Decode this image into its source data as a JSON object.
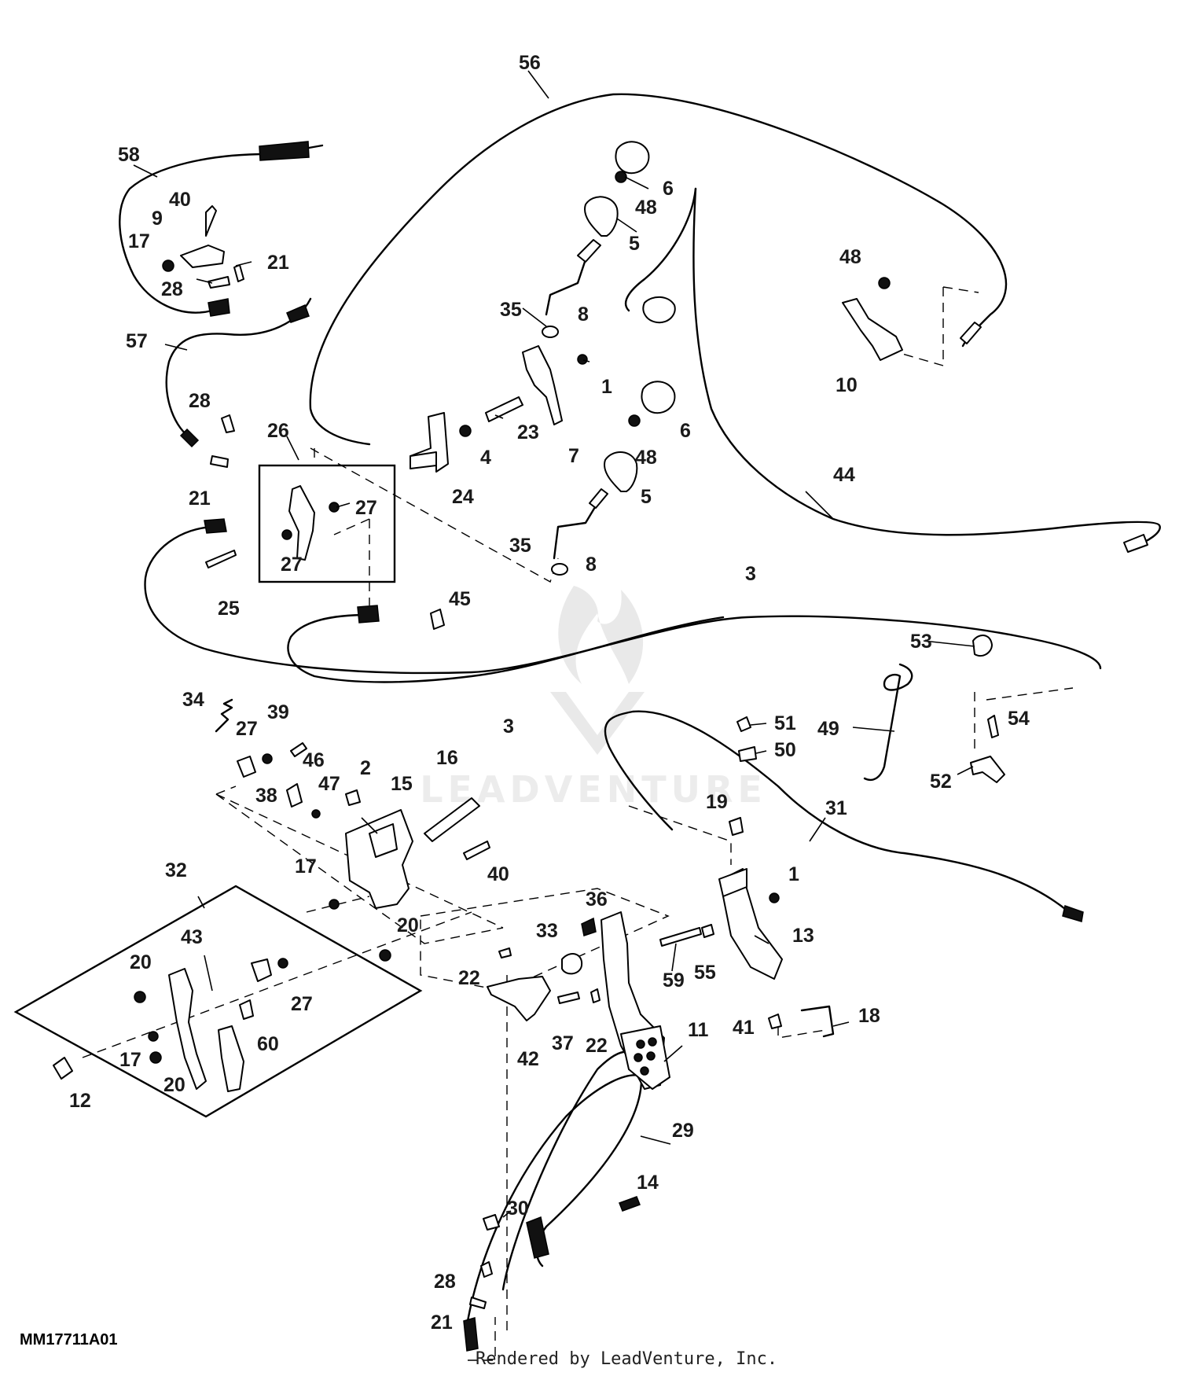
{
  "diagram": {
    "code": "MM17711A01",
    "credit": "Rendered by LeadVenture, Inc.",
    "watermark": "LEADVENTURE",
    "callouts": [
      {
        "id": "c56",
        "label": "56"
      },
      {
        "id": "c58",
        "label": "58"
      },
      {
        "id": "c40a",
        "label": "40"
      },
      {
        "id": "c9",
        "label": "9"
      },
      {
        "id": "c17a",
        "label": "17"
      },
      {
        "id": "c21a",
        "label": "21"
      },
      {
        "id": "c28a",
        "label": "28"
      },
      {
        "id": "c57",
        "label": "57"
      },
      {
        "id": "c28b",
        "label": "28"
      },
      {
        "id": "c21b",
        "label": "21"
      },
      {
        "id": "c26",
        "label": "26"
      },
      {
        "id": "c27a",
        "label": "27"
      },
      {
        "id": "c27b",
        "label": "27"
      },
      {
        "id": "c25",
        "label": "25"
      },
      {
        "id": "c6a",
        "label": "6"
      },
      {
        "id": "c48a",
        "label": "48"
      },
      {
        "id": "c5a",
        "label": "5"
      },
      {
        "id": "c35a",
        "label": "35"
      },
      {
        "id": "c8a",
        "label": "8"
      },
      {
        "id": "c1a",
        "label": "1"
      },
      {
        "id": "c4",
        "label": "4"
      },
      {
        "id": "c23",
        "label": "23"
      },
      {
        "id": "c7",
        "label": "7"
      },
      {
        "id": "c24",
        "label": "24"
      },
      {
        "id": "c6b",
        "label": "6"
      },
      {
        "id": "c48b",
        "label": "48"
      },
      {
        "id": "c5b",
        "label": "5"
      },
      {
        "id": "c35b",
        "label": "35"
      },
      {
        "id": "c8b",
        "label": "8"
      },
      {
        "id": "c48c",
        "label": "48"
      },
      {
        "id": "c10",
        "label": "10"
      },
      {
        "id": "c44",
        "label": "44"
      },
      {
        "id": "c3a",
        "label": "3"
      },
      {
        "id": "c3b",
        "label": "3"
      },
      {
        "id": "c45",
        "label": "45"
      },
      {
        "id": "c53",
        "label": "53"
      },
      {
        "id": "c49",
        "label": "49"
      },
      {
        "id": "c54",
        "label": "54"
      },
      {
        "id": "c52",
        "label": "52"
      },
      {
        "id": "c51",
        "label": "51"
      },
      {
        "id": "c50",
        "label": "50"
      },
      {
        "id": "c34",
        "label": "34"
      },
      {
        "id": "c27c",
        "label": "27"
      },
      {
        "id": "c39",
        "label": "39"
      },
      {
        "id": "c46",
        "label": "46"
      },
      {
        "id": "c47",
        "label": "47"
      },
      {
        "id": "c2",
        "label": "2"
      },
      {
        "id": "c15",
        "label": "15"
      },
      {
        "id": "c16",
        "label": "16"
      },
      {
        "id": "c38",
        "label": "38"
      },
      {
        "id": "c40b",
        "label": "40"
      },
      {
        "id": "c17b",
        "label": "17"
      },
      {
        "id": "c20a",
        "label": "20"
      },
      {
        "id": "c32",
        "label": "32"
      },
      {
        "id": "c43",
        "label": "43"
      },
      {
        "id": "c20b",
        "label": "20"
      },
      {
        "id": "c27d",
        "label": "27"
      },
      {
        "id": "c60",
        "label": "60"
      },
      {
        "id": "c17c",
        "label": "17"
      },
      {
        "id": "c20c",
        "label": "20"
      },
      {
        "id": "c12",
        "label": "12"
      },
      {
        "id": "c19",
        "label": "19"
      },
      {
        "id": "c31",
        "label": "31"
      },
      {
        "id": "c1b",
        "label": "1"
      },
      {
        "id": "c13",
        "label": "13"
      },
      {
        "id": "c59",
        "label": "59"
      },
      {
        "id": "c55",
        "label": "55"
      },
      {
        "id": "c36",
        "label": "36"
      },
      {
        "id": "c33",
        "label": "33"
      },
      {
        "id": "c22a",
        "label": "22"
      },
      {
        "id": "c42",
        "label": "42"
      },
      {
        "id": "c37",
        "label": "37"
      },
      {
        "id": "c22b",
        "label": "22"
      },
      {
        "id": "c11",
        "label": "11"
      },
      {
        "id": "c41",
        "label": "41"
      },
      {
        "id": "c18",
        "label": "18"
      },
      {
        "id": "c29",
        "label": "29"
      },
      {
        "id": "c14",
        "label": "14"
      },
      {
        "id": "c30",
        "label": "30"
      },
      {
        "id": "c28c",
        "label": "28"
      },
      {
        "id": "c21c",
        "label": "21"
      }
    ]
  }
}
